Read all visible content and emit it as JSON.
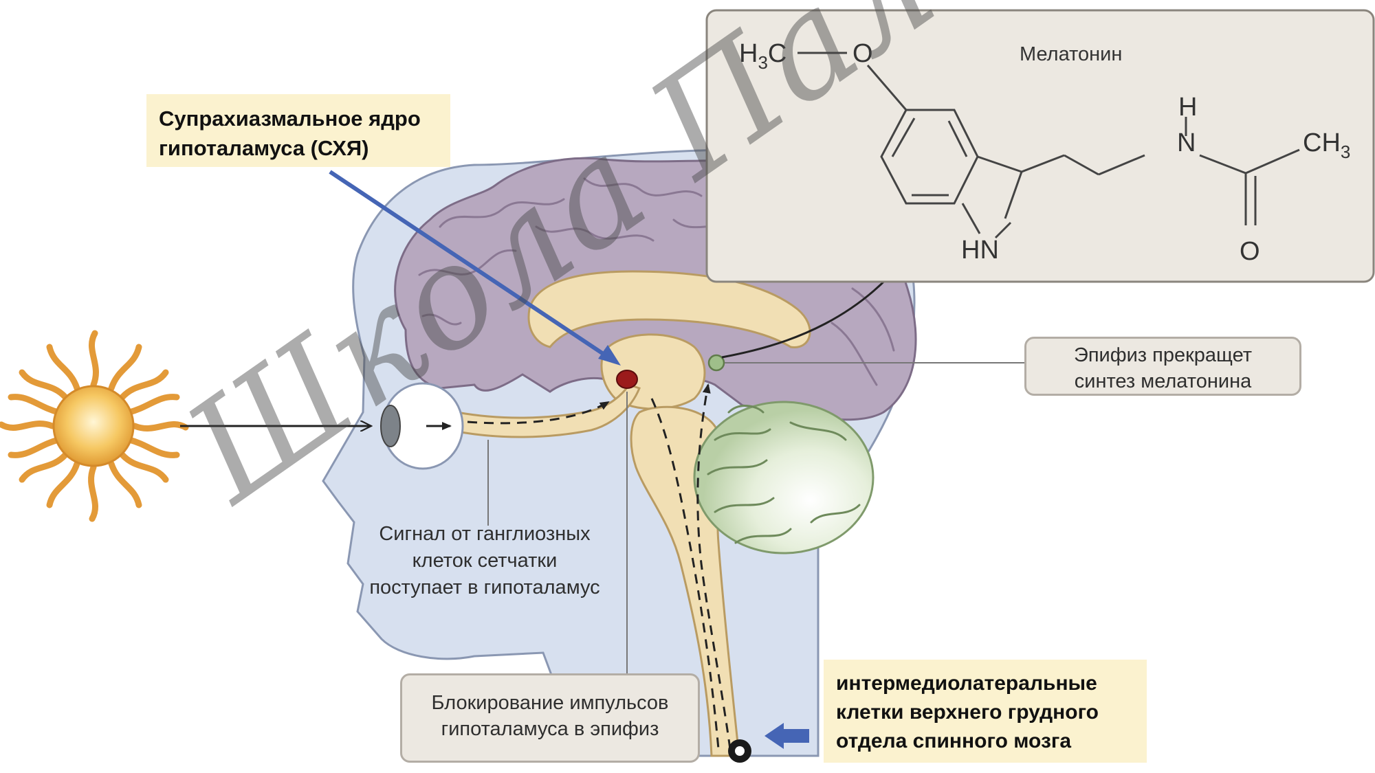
{
  "callouts": {
    "scn": {
      "line1": "Супрахиазмальное ядро",
      "line2": "гипоталамуса (СХЯ)"
    },
    "pineal": {
      "line1": "Эпифиз прекращет",
      "line2": "синтез мелатонина"
    },
    "retina": {
      "line1": "Сигнал от ганглиозных",
      "line2": "клеток сетчатки",
      "line3": "поступает в гипоталамус"
    },
    "block": {
      "line1": "Блокирование импульсов",
      "line2": "гипоталамуса в эпифиз"
    },
    "spinal": {
      "line1": "интермедиолатеральные",
      "line2": "клетки верхнего грудного",
      "line3": "отдела спинного мозга"
    }
  },
  "molecule": {
    "name": "Мелатонин",
    "h3c": "H",
    "h3c_sub": "3",
    "h3c_c": "C",
    "o_methoxy": "O",
    "nh_ring": "HN",
    "h_amide": "H",
    "n_amide": "N",
    "ch3": "CH",
    "ch3_sub": "3",
    "o_carbonyl": "O"
  },
  "watermark": "Школа Палагина",
  "colors": {
    "head": "#d7e0ef",
    "brain": "#b7a8bf",
    "inner": "#f1dfb4",
    "cerebellum": "#d5e3c5",
    "scn": "#9b1b1b",
    "arrow_blue": "#4565b5",
    "callout_yellow": "#fbf2cf",
    "callout_grey": "#ece8e1",
    "sun": "#f0b64a"
  }
}
